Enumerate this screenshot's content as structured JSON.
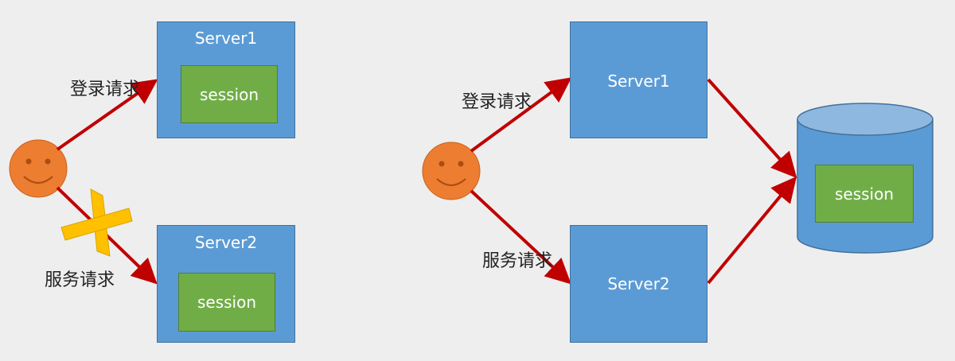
{
  "colors": {
    "background": "#eeeeee",
    "server": "#5b9bd5",
    "server_border": "#41719c",
    "session": "#70ad47",
    "arrow": "#c00000",
    "face": "#ed7d31",
    "cross": "#ffc000",
    "database": "#5b9bd5"
  },
  "left_scenario": {
    "server1": {
      "title": "Server1",
      "session": "session"
    },
    "server2": {
      "title": "Server2",
      "session": "session"
    },
    "login_label": "登录请求",
    "service_label": "服务请求",
    "user_icon": "smiley-face-icon",
    "blocked_icon": "cross-icon"
  },
  "right_scenario": {
    "server1": {
      "title": "Server1"
    },
    "server2": {
      "title": "Server2"
    },
    "login_label": "登录请求",
    "service_label": "服务请求",
    "database": {
      "session": "session"
    },
    "user_icon": "smiley-face-icon",
    "database_icon": "database-cylinder-icon"
  }
}
